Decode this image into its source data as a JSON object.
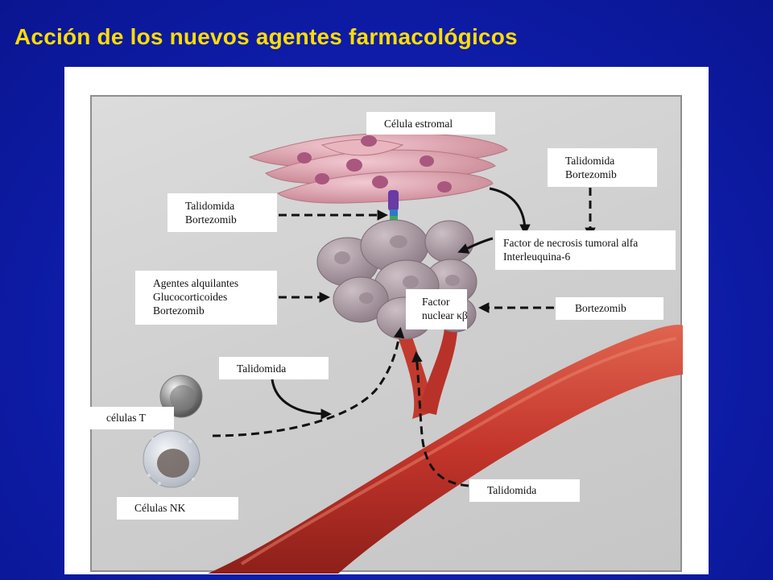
{
  "slide": {
    "title": "Acción de los nuevos agentes farmacológicos"
  },
  "labels": {
    "stromal_cell": "Célula estromal",
    "tr_drugs": [
      "Talidomida",
      "Bortezomib"
    ],
    "left_drugs": [
      "Talidomida",
      "Bortezomib"
    ],
    "tnf_il6": [
      "Factor de necrosis tumoral  alfa",
      "Interleuquina-6"
    ],
    "alk_drugs": [
      "Agentes alquilantes",
      "Glucocorticoides",
      "Bortezomib"
    ],
    "nfkb": [
      "Factor",
      "nuclear κβ"
    ],
    "bortezomib": "Bortezomib",
    "talidomida_mid": "Talidomida",
    "t_cells": "células T",
    "nk_cells": "Células NK",
    "talidomida_bottom": "Talidomida"
  },
  "colors": {
    "background": "#1020b8",
    "title": "#ffdd00",
    "stromal": "#e0a7b3",
    "myeloma": "#a99ba3",
    "vessel": "#c9372c"
  },
  "icons": [
    "dashed-arrow",
    "solid-arrow"
  ]
}
